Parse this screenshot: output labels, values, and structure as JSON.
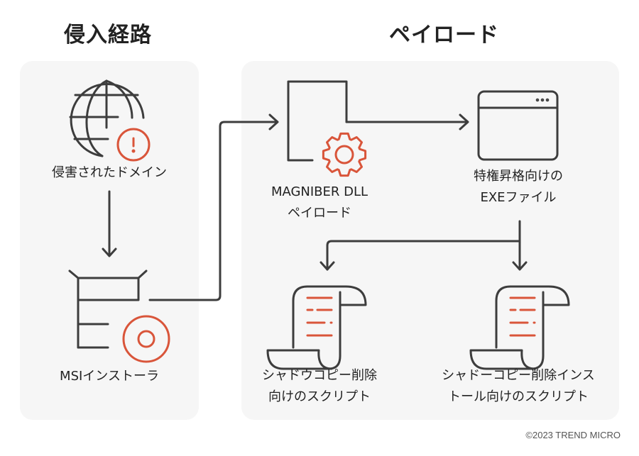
{
  "sections": {
    "entry_vector": {
      "title": "侵入経路",
      "nodes": [
        {
          "id": "compromised-domain",
          "icon": "globe-warning-icon",
          "label_lines": [
            "侵害されたドメイン"
          ]
        },
        {
          "id": "msi-installer",
          "icon": "installer-disc-icon",
          "label_lines": [
            "MSIインストーラ"
          ]
        }
      ]
    },
    "payload": {
      "title": "ペイロード",
      "nodes": [
        {
          "id": "magniber-dll",
          "icon": "dll-gear-icon",
          "label_lines": [
            "MAGNIBER DLL",
            "ペイロード"
          ]
        },
        {
          "id": "exe-file",
          "icon": "window-app-icon",
          "label_lines": [
            "特権昇格向けの",
            "EXEファイル"
          ]
        },
        {
          "id": "shadow-copy-script",
          "icon": "script-scroll-icon",
          "label_lines": [
            "シャドウコピー削除",
            "向けのスクリプト"
          ]
        },
        {
          "id": "shadow-copy-install-script",
          "icon": "script-scroll-icon",
          "label_lines": [
            "シャドーコピー削除インス",
            "トール向けのスクリプト"
          ]
        }
      ]
    }
  },
  "edges": [
    {
      "from": "compromised-domain",
      "to": "msi-installer"
    },
    {
      "from": "msi-installer",
      "to": "magniber-dll"
    },
    {
      "from": "magniber-dll",
      "to": "exe-file"
    },
    {
      "from": "exe-file",
      "to": "shadow-copy-script"
    },
    {
      "from": "exe-file",
      "to": "shadow-copy-install-script"
    }
  ],
  "colors": {
    "line": "#3d3d3d",
    "accent": "#d9553a",
    "panel": "#f6f6f6"
  },
  "copyright": "©2023 TREND MICRO"
}
